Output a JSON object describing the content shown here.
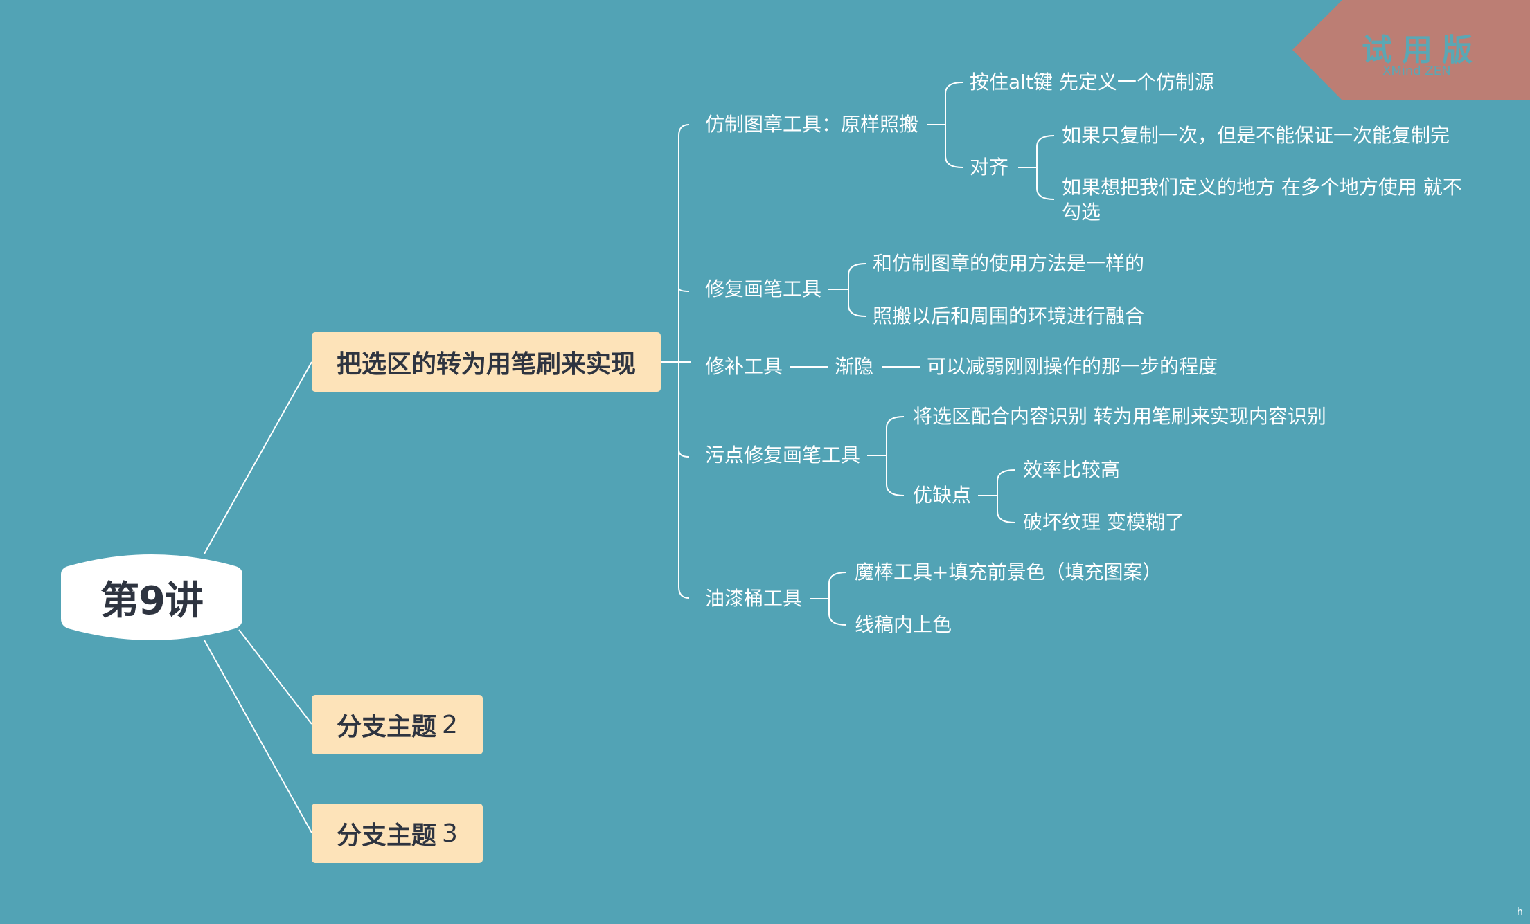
{
  "root": {
    "label": "第9讲"
  },
  "branches": {
    "main": "把选区的转为用笔刷来实现",
    "b2": {
      "label": "分支主题",
      "num": "2"
    },
    "b3": {
      "label": "分支主题",
      "num": "3"
    }
  },
  "topics": {
    "clone": {
      "label": "仿制图章工具：原样照搬",
      "alt": "按住alt键 先定义一个仿制源",
      "align": "对齐",
      "align_a": "如果只复制一次，但是不能保证一次能复制完",
      "align_b_1": "如果想把我们定义的地方 在多个地方使用 就不",
      "align_b_2": "勾选"
    },
    "healing": {
      "label": "修复画笔工具",
      "a": "和仿制图章的使用方法是一样的",
      "b": "照搬以后和周围的环境进行融合"
    },
    "patch": {
      "label": "修补工具",
      "fade": "渐隐",
      "fade_desc": "可以减弱刚刚操作的那一步的程度"
    },
    "spot": {
      "label": "污点修复画笔工具",
      "a": "将选区配合内容识别 转为用笔刷来实现内容识别",
      "pros": "优缺点",
      "pros_a": "效率比较高",
      "pros_b": "破坏纹理 变模糊了"
    },
    "bucket": {
      "label": "油漆桶工具",
      "a": "魔棒工具+填充前景色（填充图案）",
      "b": "线稿内上色"
    }
  },
  "watermark": {
    "title": "试用版",
    "sub": "XMind ZEN"
  },
  "corner_mark": "h",
  "colors": {
    "background": "#52a3b5",
    "branch_fill": "#fde3b9",
    "badge_fill": "#bc7e74",
    "line": "#ffffff",
    "text_dark": "#2e3440"
  }
}
